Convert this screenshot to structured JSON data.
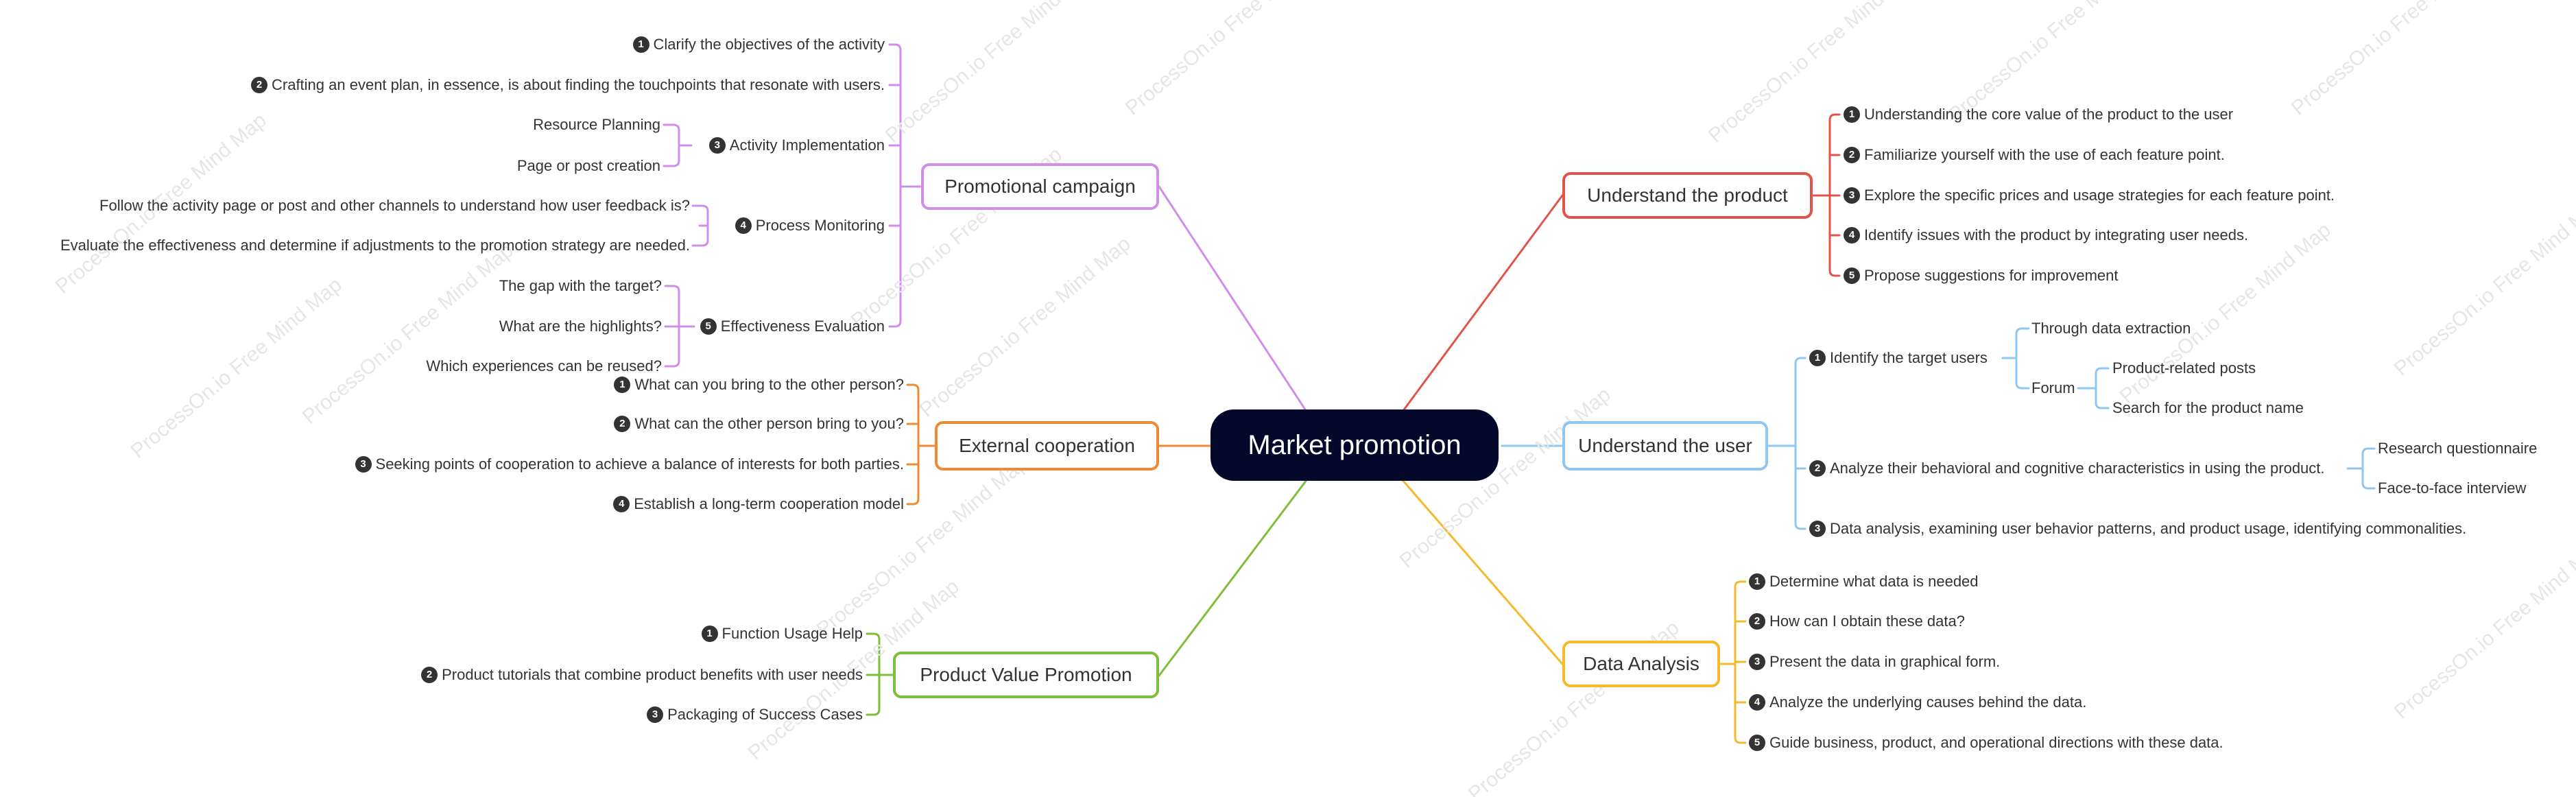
{
  "root": {
    "label": "Market promotion"
  },
  "watermark": "ProcessOn.io Free Mind Map",
  "colors": {
    "purple": "#d18ee8",
    "red": "#e1544a",
    "blue": "#8ec8f2",
    "orange": "#f08a32",
    "yellow": "#f5b92a",
    "green": "#7dbe3a",
    "bullet": "#333333"
  },
  "topics": {
    "promotional": {
      "label": "Promotional campaign",
      "color": "purple",
      "children": {
        "c1": {
          "num": "1",
          "label": "Clarify the objectives of the activity"
        },
        "c2": {
          "num": "2",
          "label": "Crafting an event plan, in essence, is about finding the touchpoints that resonate with users."
        },
        "c3": {
          "num": "3",
          "label": "Activity Implementation",
          "children": {
            "a": "Resource Planning",
            "b": "Page or post creation"
          }
        },
        "c4": {
          "num": "4",
          "label": "Process Monitoring",
          "children": {
            "a": "Follow the activity page or post and other channels to understand how user feedback is?",
            "b": "Evaluate the effectiveness and determine if adjustments to the promotion strategy are needed."
          }
        },
        "c5": {
          "num": "5",
          "label": "Effectiveness Evaluation",
          "children": {
            "a": "The gap with the target?",
            "b": "What are the highlights?",
            "c": "Which experiences can be reused?"
          }
        }
      }
    },
    "external": {
      "label": "External cooperation",
      "color": "orange",
      "children": {
        "c1": {
          "num": "1",
          "label": "What can you bring to the other person?"
        },
        "c2": {
          "num": "2",
          "label": "What can the other person bring to you?"
        },
        "c3": {
          "num": "3",
          "label": "Seeking points of cooperation to achieve a balance of interests for both parties."
        },
        "c4": {
          "num": "4",
          "label": "Establish a long-term cooperation model"
        }
      }
    },
    "product_value": {
      "label": "Product Value Promotion",
      "color": "green",
      "children": {
        "c1": {
          "num": "1",
          "label": "Function Usage Help"
        },
        "c2": {
          "num": "2",
          "label": "Product tutorials that combine product benefits with user needs"
        },
        "c3": {
          "num": "3",
          "label": "Packaging of Success Cases"
        }
      }
    },
    "understand_product": {
      "label": "Understand the product",
      "color": "red",
      "children": {
        "c1": {
          "num": "1",
          "label": "Understanding the core value of the product to the user"
        },
        "c2": {
          "num": "2",
          "label": "Familiarize yourself with the use of each feature point."
        },
        "c3": {
          "num": "3",
          "label": "Explore the specific prices and usage strategies for each feature point."
        },
        "c4": {
          "num": "4",
          "label": "Identify issues with the product by integrating user needs."
        },
        "c5": {
          "num": "5",
          "label": "Propose suggestions for improvement"
        }
      }
    },
    "understand_user": {
      "label": "Understand the user",
      "color": "blue",
      "children": {
        "c1": {
          "num": "1",
          "label": "Identify the target users",
          "children": {
            "a": "Through data extraction",
            "b": {
              "label": "Forum",
              "children": {
                "a": "Product-related posts",
                "b": "Search for the product name"
              }
            }
          }
        },
        "c2": {
          "num": "2",
          "label": "Analyze their behavioral and cognitive characteristics in using the product.",
          "children": {
            "a": "Research questionnaire",
            "b": "Face-to-face interview"
          }
        },
        "c3": {
          "num": "3",
          "label": "Data analysis, examining user behavior patterns, and product usage, identifying commonalities."
        }
      }
    },
    "data_analysis": {
      "label": "Data Analysis",
      "color": "yellow",
      "children": {
        "c1": {
          "num": "1",
          "label": "Determine what data is needed"
        },
        "c2": {
          "num": "2",
          "label": "How can I obtain these data?"
        },
        "c3": {
          "num": "3",
          "label": "Present the data in graphical form."
        },
        "c4": {
          "num": "4",
          "label": "Analyze the underlying causes behind the data."
        },
        "c5": {
          "num": "5",
          "label": "Guide business, product, and operational directions with these data."
        }
      }
    }
  }
}
